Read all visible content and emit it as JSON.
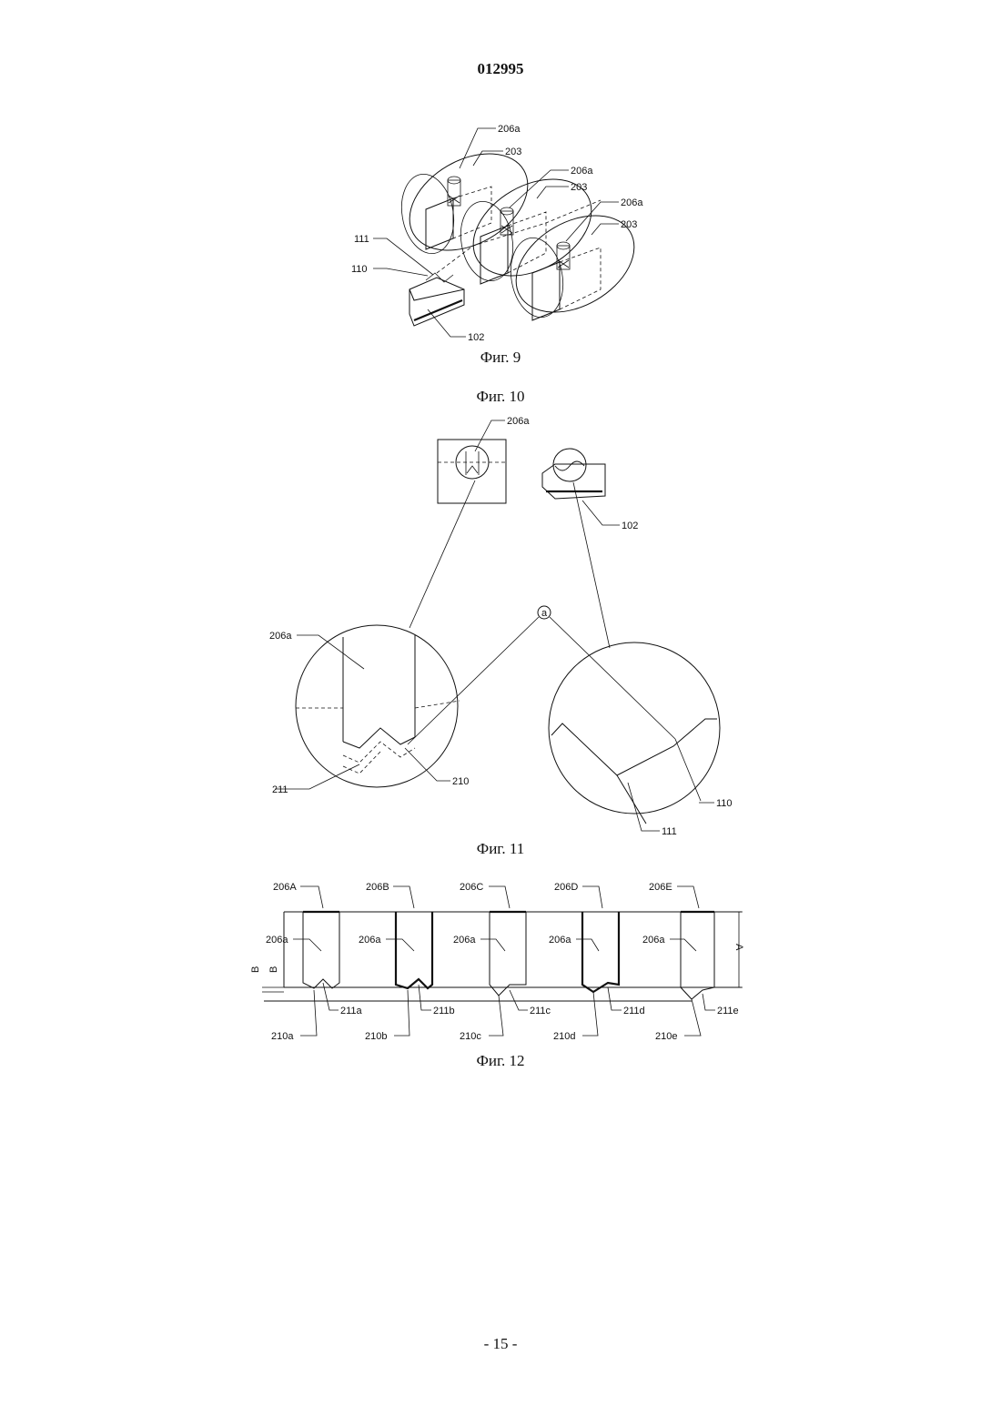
{
  "header": {
    "document_number": "012995"
  },
  "figures": {
    "fig9": {
      "caption": "Фиг. 9",
      "labels": [
        "206a",
        "203",
        "206a",
        "203",
        "206a",
        "203",
        "111",
        "110",
        "102"
      ]
    },
    "fig10": {
      "caption": "Фиг. 10",
      "labels": [
        "206a",
        "102",
        "206a",
        "a",
        "211",
        "210",
        "110",
        "111"
      ]
    },
    "fig11": {
      "caption": "Фиг. 11",
      "labels": [
        "206A",
        "206B",
        "206C",
        "206D",
        "206E",
        "206a",
        "206a",
        "206a",
        "206a",
        "206a",
        "A",
        "B",
        "B",
        "211a",
        "211b",
        "211c",
        "211d",
        "211e",
        "210a",
        "210b",
        "210c",
        "210d",
        "210e"
      ]
    },
    "fig12": {
      "caption": "Фиг. 12"
    }
  },
  "footer": {
    "page_label": "- 15 -"
  }
}
